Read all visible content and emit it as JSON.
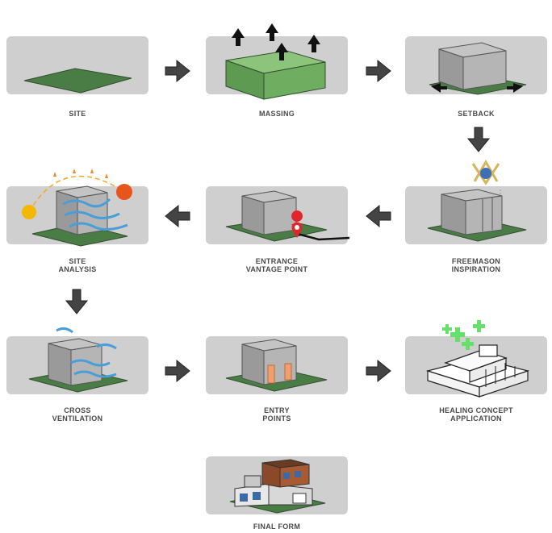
{
  "steps": [
    {
      "label_line1": "SITE",
      "label_line2": ""
    },
    {
      "label_line1": "MASSING",
      "label_line2": ""
    },
    {
      "label_line1": "SETBACK",
      "label_line2": ""
    },
    {
      "label_line1": "FREEMASON",
      "label_line2": "INSPIRATION"
    },
    {
      "label_line1": "ENTRANCE",
      "label_line2": "VANTAGE POINT"
    },
    {
      "label_line1": "SITE",
      "label_line2": "ANALYSIS"
    },
    {
      "label_line1": "CROSS",
      "label_line2": "VENTILATION"
    },
    {
      "label_line1": "ENTRY",
      "label_line2": "POINTS"
    },
    {
      "label_line1": "HEALING CONCEPT",
      "label_line2": "APPLICATION"
    },
    {
      "label_line1": "FINAL FORM",
      "label_line2": ""
    }
  ],
  "colors": {
    "panel": "#cfcfcf",
    "site_green": "#4a7c45",
    "mass_green": "#7db66f",
    "building_gray": "#a9a9a9",
    "arrow": "#444444",
    "sun_yellow": "#f5b800",
    "sun_orange": "#e8551b",
    "wind_blue": "#4a9ed8",
    "pin_red": "#e0262b",
    "healing_green": "#66e06a",
    "entry_orange": "#f0a070",
    "freemason_gold": "#d9b35c"
  },
  "icons": [
    "right-arrow-icon",
    "left-arrow-icon",
    "down-arrow-icon",
    "up-arrow-icon",
    "sun-icon",
    "wind-icon",
    "location-pin-icon",
    "plus-icon",
    "freemason-symbol-icon"
  ]
}
